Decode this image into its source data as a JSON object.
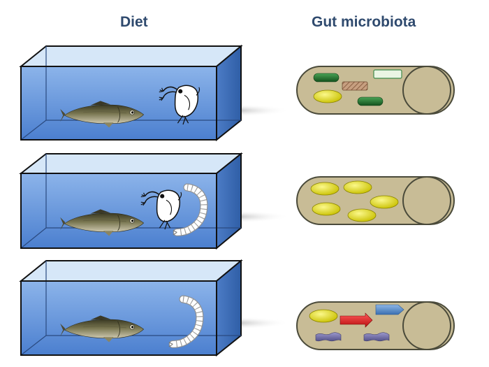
{
  "headings": {
    "diet": "Diet",
    "gut_microbiota": "Gut microbiota"
  },
  "colors": {
    "tank_water": "#5b8fd6",
    "tank_top": "#cfe2f6",
    "tank_side": "#3f6fb8",
    "tank_edge": "#111111",
    "gut_fill": "#c8bc96",
    "gut_edge": "#4a4a3a",
    "heading": "#2f4a6e",
    "microbe_yellow": "#d9d300",
    "microbe_green": "#1f6e2a",
    "microbe_red": "#d81e1e",
    "microbe_blue": "#4b84c4",
    "microbe_purple": "#6d6aa0",
    "microbe_hatched": "#b58a6a",
    "microbe_pale_green": "#e6f3e0"
  },
  "rows": [
    {
      "diet_items": [
        "daphnia-icon"
      ],
      "microbes": [
        "green-rod",
        "hatched-rod",
        "pale-green-rod",
        "yellow-oval",
        "green-rod"
      ]
    },
    {
      "diet_items": [
        "daphnia-icon",
        "chironomid-larva-icon"
      ],
      "microbes": [
        "yellow-oval",
        "yellow-oval",
        "yellow-oval",
        "yellow-oval",
        "yellow-oval"
      ]
    },
    {
      "diet_items": [
        "chironomid-larva-icon"
      ],
      "microbes": [
        "yellow-oval",
        "red-arrow",
        "blue-arrow",
        "purple-wavy-rod",
        "purple-wavy-rod"
      ]
    }
  ]
}
